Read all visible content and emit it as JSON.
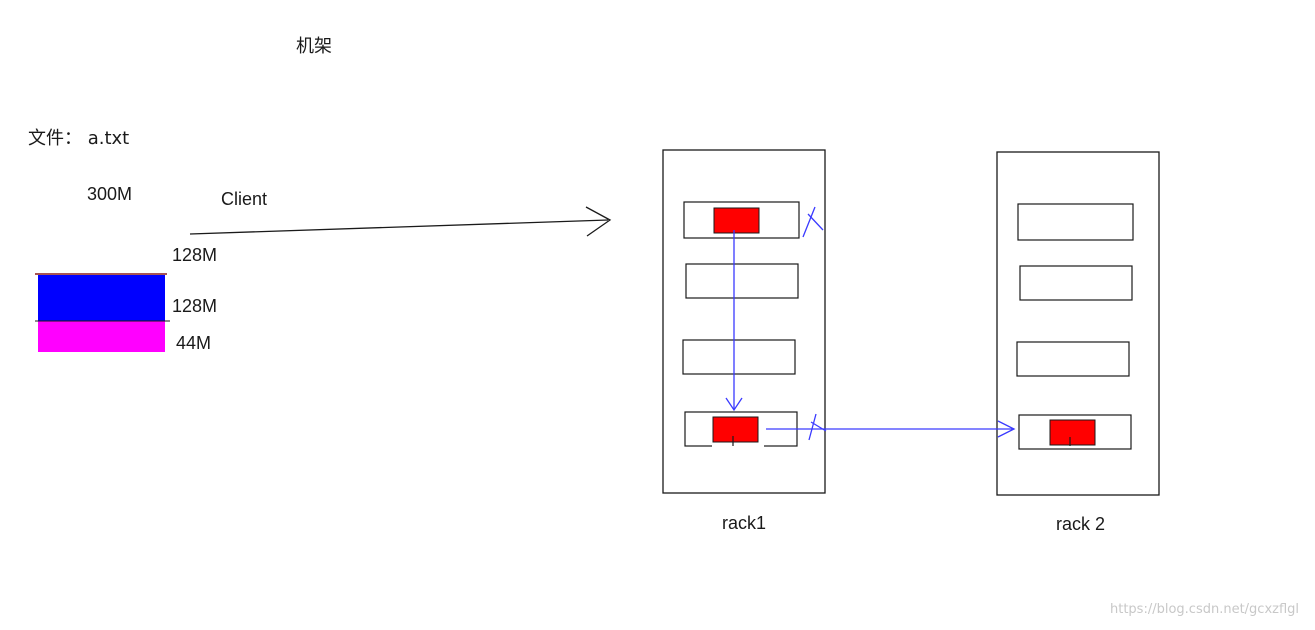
{
  "title": "机架",
  "file": {
    "label": "文件： a.txt",
    "size": "300M"
  },
  "client_label": "Client",
  "blocks": [
    {
      "label": "128M",
      "color": "#0000ff"
    },
    {
      "label": "128M",
      "color": "#0000ff"
    },
    {
      "label": "44M",
      "color": "#ff00ff"
    }
  ],
  "racks": [
    {
      "label": "rack1"
    },
    {
      "label": "rack 2"
    }
  ],
  "colors": {
    "stored_block": "#ff0000",
    "replication_arrow": "#3a3aff",
    "outline": "#1a1a1a"
  },
  "watermark": "https://blog.csdn.net/gcxzflgl"
}
